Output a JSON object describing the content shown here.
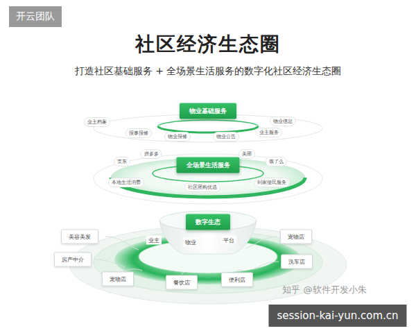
{
  "diagram": {
    "title": "社区经济生态圈",
    "nodes": [
      {
        "text": [
          "物业基础服务"
        ]
      },
      {
        "text": [
          "全场景生活服务"
        ]
      },
      {
        "text": [
          "数字生态"
        ]
      },
      {
        "text": [
          "美容美发"
        ]
      },
      {
        "text": [
          "宠物店"
        ]
      },
      {
        "text": [
          "房产中介"
        ]
      },
      {
        "text": [
          "洗车店"
        ]
      },
      {
        "text": [
          "宠物店"
        ]
      },
      {
        "text": [
          "餐饮店"
        ]
      },
      {
        "text": [
          "便利店"
        ]
      }
    ],
    "labels": [
      "开云团队",
      "打造社区基础服务 + 全场景生活服务的数字化社区经济生态圈",
      "业主档案",
      "物业信息",
      "报事报修",
      "物业报修",
      "物业公告",
      "业主服务",
      "京东",
      "拼多多",
      "美团",
      "饿了么",
      "本地生活消费",
      "社区团购优选",
      "到家便民服务",
      "业主",
      "物业",
      "平台",
      "知乎 @软件开发小朱",
      "session-kai-yun.com.cn"
    ]
  }
}
